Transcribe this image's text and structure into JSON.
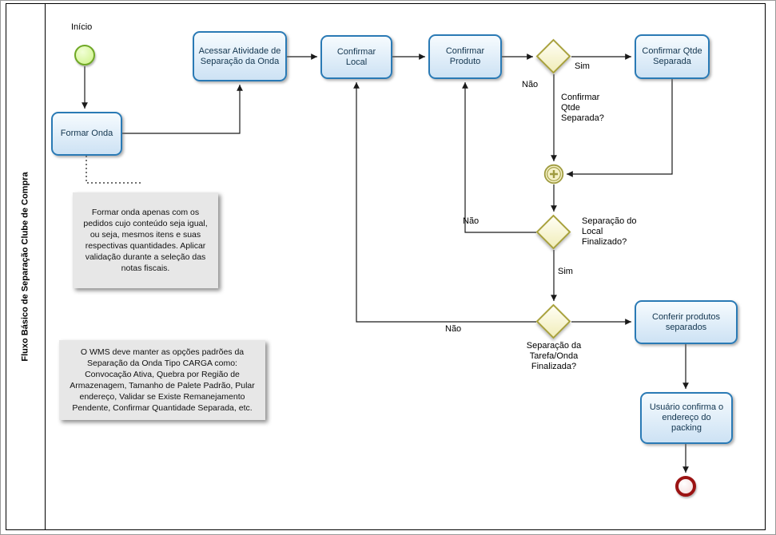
{
  "lane": {
    "title": "Fluxo Básico de Separação Clube de Compra"
  },
  "events": {
    "start_label": "Início"
  },
  "tasks": {
    "formar_onda": "Formar Onda",
    "acessar_atividade": "Acessar Atividade de Separação da Onda",
    "confirmar_local": "Confirmar Local",
    "confirmar_produto": "Confirmar Produto",
    "confirmar_qtde_separada": "Confirmar Qtde Separada",
    "conferir_produtos": "Conferir produtos separados",
    "usuario_confirma_packing": "Usuário confirma o endereço do packing"
  },
  "gateway_labels": {
    "confirmar_qtde": "Confirmar\nQtde\nSeparada?",
    "separacao_local": "Separação do\nLocal\nFinalizado?",
    "separacao_tarefa": "Separação da\nTarefa/Onda\nFinalizada?"
  },
  "edge_labels": {
    "sim_qtde": "Sim",
    "nao_qtde": "Não",
    "nao_local": "Não",
    "sim_local": "Sim",
    "nao_tarefa": "Não"
  },
  "annotations": {
    "note_formar_onda": "Formar onda apenas com os pedidos cujo conteúdo seja igual, ou seja, mesmos itens e suas respectivas quantidades. Aplicar validação durante a seleção das notas fiscais.",
    "note_wms": "O WMS deve manter as opções padrões da Separação da Onda Tipo CARGA como: Convocação Ativa, Quebra por Região de Armazenagem, Tamanho de Palete Padrão, Pular endereço, Validar se Existe Remanejamento Pendente, Confirmar Quantidade Separada, etc."
  },
  "colors": {
    "task_border": "#2a7ab5",
    "task_fill": "#cde2f4",
    "gateway_border": "#a9a23c",
    "gateway_fill": "#f1edba",
    "start_event_border": "#6fa825",
    "end_event_border": "#9b1313",
    "note_fill": "#e7e7e7"
  }
}
